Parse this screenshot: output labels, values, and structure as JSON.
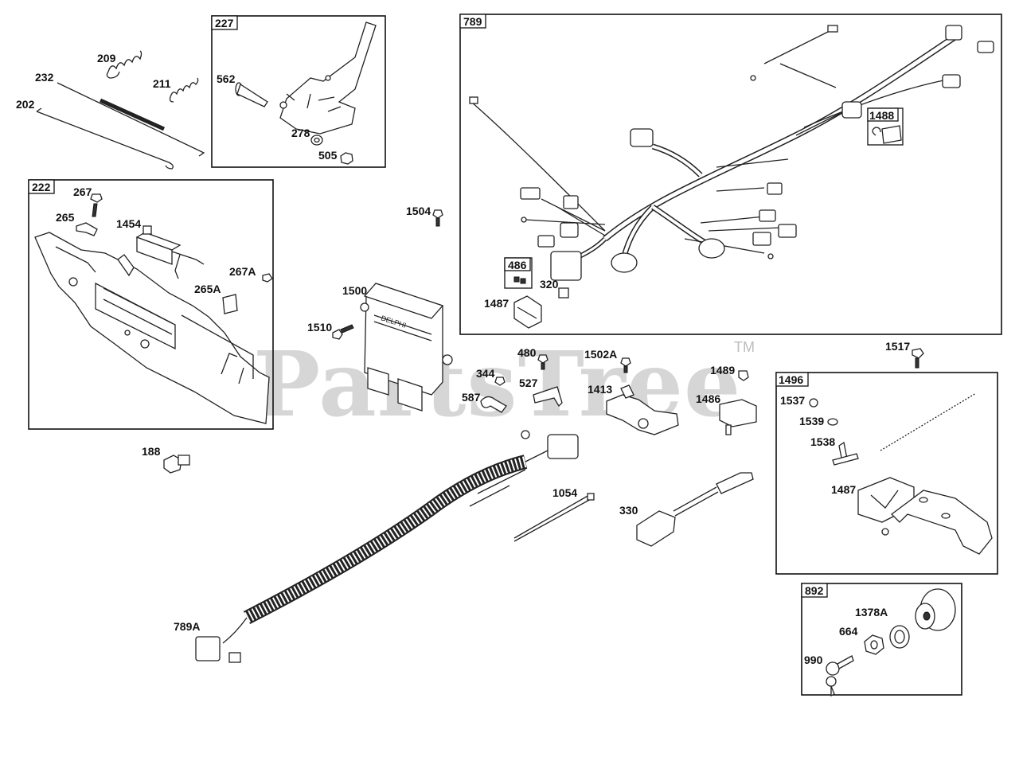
{
  "watermark": {
    "text": "PartsTree",
    "trademark": "TM"
  },
  "groups": [
    {
      "id": "g227",
      "label": "227"
    },
    {
      "id": "g222",
      "label": "222"
    },
    {
      "id": "g789",
      "label": "789"
    },
    {
      "id": "g486",
      "label": "486"
    },
    {
      "id": "g1488",
      "label": "1488"
    },
    {
      "id": "g1496",
      "label": "1496"
    },
    {
      "id": "g892",
      "label": "892"
    }
  ],
  "callouts": {
    "p209": "209",
    "p232": "232",
    "p211": "211",
    "p202": "202",
    "p562": "562",
    "p278": "278",
    "p505": "505",
    "p267": "267",
    "p265": "265",
    "p1454": "1454",
    "p267A": "267A",
    "p265A": "265A",
    "p1504": "1504",
    "p1500": "1500",
    "p1510": "1510",
    "p320": "320",
    "p1487a": "1487",
    "p480": "480",
    "p1502A": "1502A",
    "p344": "344",
    "p527": "527",
    "p587": "587",
    "p1489": "1489",
    "p1413": "1413",
    "p1486": "1486",
    "p1517": "1517",
    "p188": "188",
    "p1054": "1054",
    "p330": "330",
    "p789A": "789A",
    "p1537": "1537",
    "p1539": "1539",
    "p1538": "1538",
    "p1487b": "1487",
    "p1378A": "1378A",
    "p664": "664",
    "p990": "990"
  }
}
